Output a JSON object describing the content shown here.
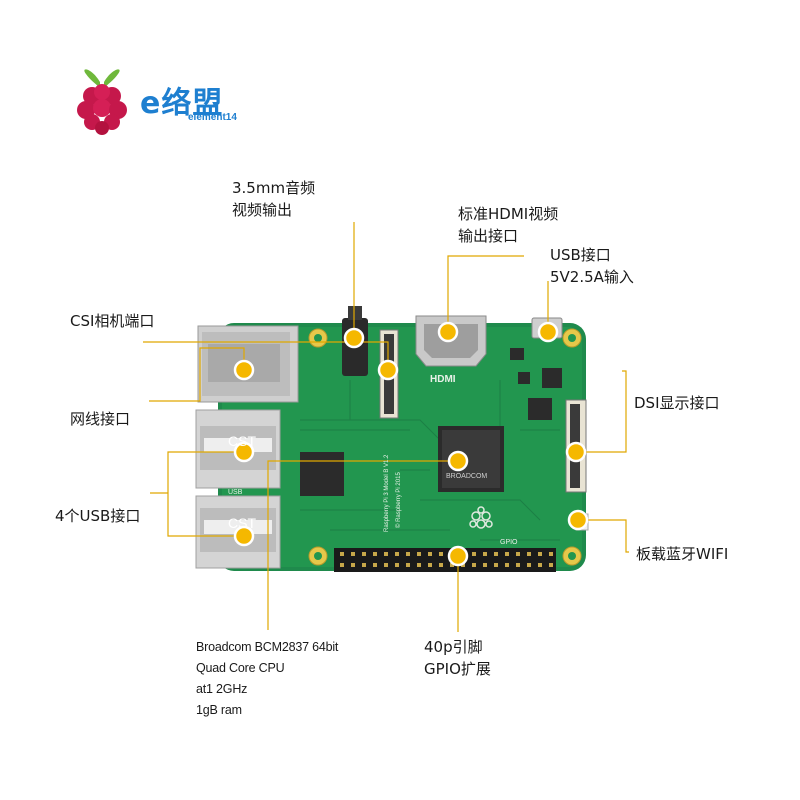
{
  "brand": {
    "name": "e络盟",
    "sub": "element14"
  },
  "labels": {
    "audio_line1": "3.5mm音频",
    "audio_line2": "视频输出",
    "hdmi_line1": "标准HDMI视频",
    "hdmi_line2": "输出接口",
    "usb_power_line1": "USB接口",
    "usb_power_line2": "5V2.5A输入",
    "csi": "CSI相机端口",
    "ethernet": "网线接口",
    "usb4": "4个USB接口",
    "dsi": "DSI显示接口",
    "wifi": "板载蓝牙WIFI",
    "cpu_line1": "Broadcom BCM2837 64bit",
    "cpu_line2": "Quad Core CPU",
    "cpu_line3": "at1 2GHz",
    "cpu_line4": "1gB ram",
    "gpio_line1": "40p引脚",
    "gpio_line2": "GPIO扩展"
  },
  "board_text": {
    "hdmi_silk": "HDMI",
    "cpu_chip": "BROADCOM",
    "model": "Raspberry Pi 3 Model B V1.2",
    "year": "© Raspberry Pi 2015",
    "gpio_silk": "GPIO",
    "usb_silk": "USB",
    "usb_port1": "CST",
    "usb_port2": "CST"
  },
  "colors": {
    "accent": "#f5b800",
    "line": "#e0a800",
    "board": "#1f8a4c",
    "brand": "#1e7fd0",
    "raspberry": "#c5184b"
  }
}
